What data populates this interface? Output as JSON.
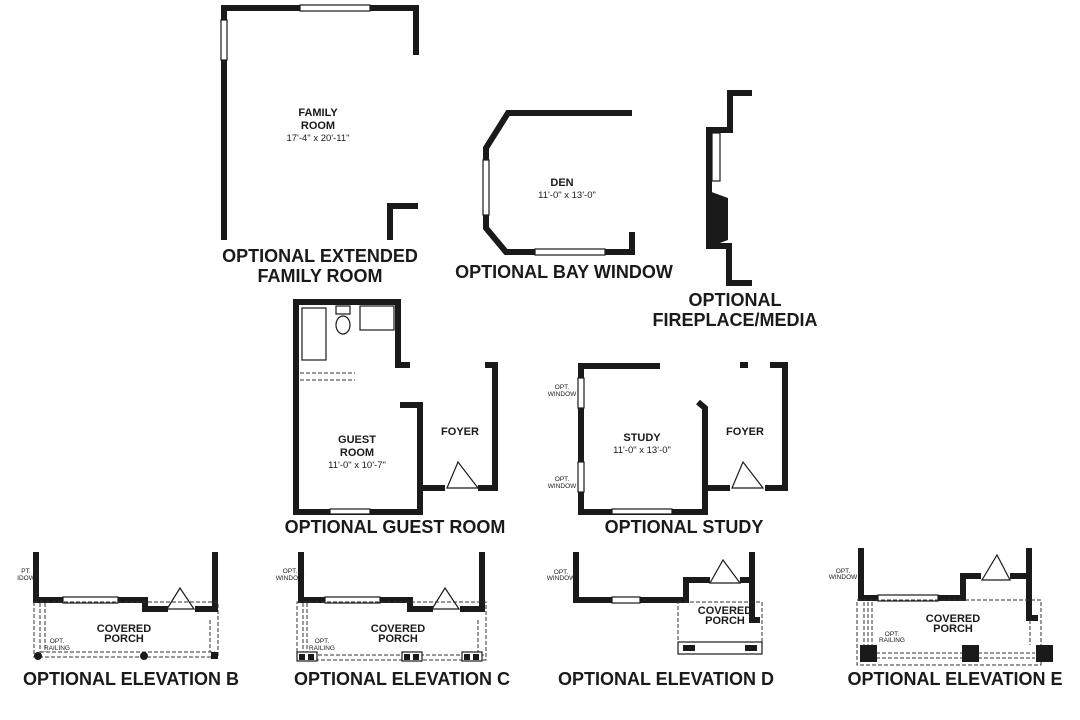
{
  "extended_family_room": {
    "room_line1": "FAMILY",
    "room_line2": "ROOM",
    "dimensions": "17'-4\" x 20'-11\"",
    "label_line1": "OPTIONAL EXTENDED",
    "label_line2": "FAMILY ROOM"
  },
  "bay_window": {
    "room": "DEN",
    "dimensions": "11'-0\" x 13'-0\"",
    "label": "OPTIONAL BAY WINDOW"
  },
  "fireplace": {
    "label_line1": "OPTIONAL",
    "label_line2": "FIREPLACE/MEDIA"
  },
  "guest_room": {
    "room_line1": "GUEST",
    "room_line2": "ROOM",
    "dimensions": "11'-0\" x 10'-7\"",
    "foyer": "FOYER",
    "label": "OPTIONAL GUEST ROOM"
  },
  "study": {
    "room": "STUDY",
    "dimensions": "11'-0\" x 13'-0\"",
    "foyer": "FOYER",
    "opt_window_line1": "OPT.",
    "opt_window_line2": "WINDOW",
    "label": "OPTIONAL STUDY"
  },
  "elevations": [
    {
      "label": "OPTIONAL ELEVATION B",
      "porch_line1": "COVERED",
      "porch_line2": "PORCH",
      "window_line1": "PT.",
      "window_line2": "IDOW",
      "railing_line1": "OPT.",
      "railing_line2": "RAILING"
    },
    {
      "label": "OPTIONAL ELEVATION C",
      "porch_line1": "COVERED",
      "porch_line2": "PORCH",
      "window_line1": "OPT.",
      "window_line2": "WINDOW",
      "railing_line1": "OPT.",
      "railing_line2": "RAILING"
    },
    {
      "label": "OPTIONAL ELEVATION D",
      "porch_line1": "COVERED",
      "porch_line2": "PORCH",
      "window_line1": "OPT.",
      "window_line2": "WINDOW"
    },
    {
      "label": "OPTIONAL ELEVATION E",
      "porch_line1": "COVERED",
      "porch_line2": "PORCH",
      "window_line1": "OPT.",
      "window_line2": "WINDOW",
      "railing_line1": "OPT.",
      "railing_line2": "RAILING"
    }
  ]
}
